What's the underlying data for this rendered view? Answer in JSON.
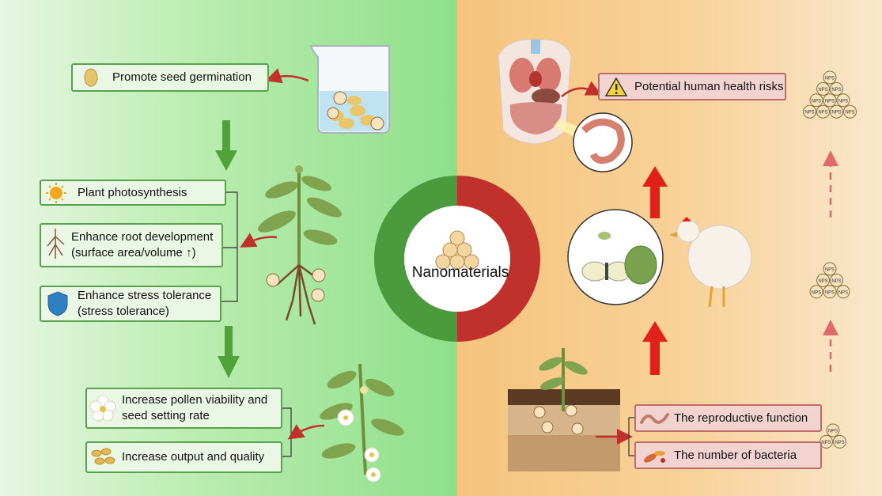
{
  "left": {
    "seed_germination": "Promote seed germination",
    "photosynthesis": "Plant photosynthesis",
    "root_line1": "Enhance root development",
    "root_line2": "(surface area/volume ↑)",
    "stress_line1": "Enhance stress tolerance",
    "stress_line2": "(stress tolerance)",
    "pollen_line1": "Increase pollen viability and",
    "pollen_line2": "seed setting rate",
    "output": "Increase output and quality"
  },
  "center": {
    "label": "Nanomaterials"
  },
  "right": {
    "health_risks": "Potential human health risks",
    "reproductive": "The reproductive function",
    "bacteria": "The number of bacteria"
  },
  "particle_label": "NPS",
  "colors": {
    "green_accent": "#5aa14f",
    "red_accent": "#c0312b",
    "ring_green": "#4c9a3e",
    "ring_red": "#c0312b"
  }
}
